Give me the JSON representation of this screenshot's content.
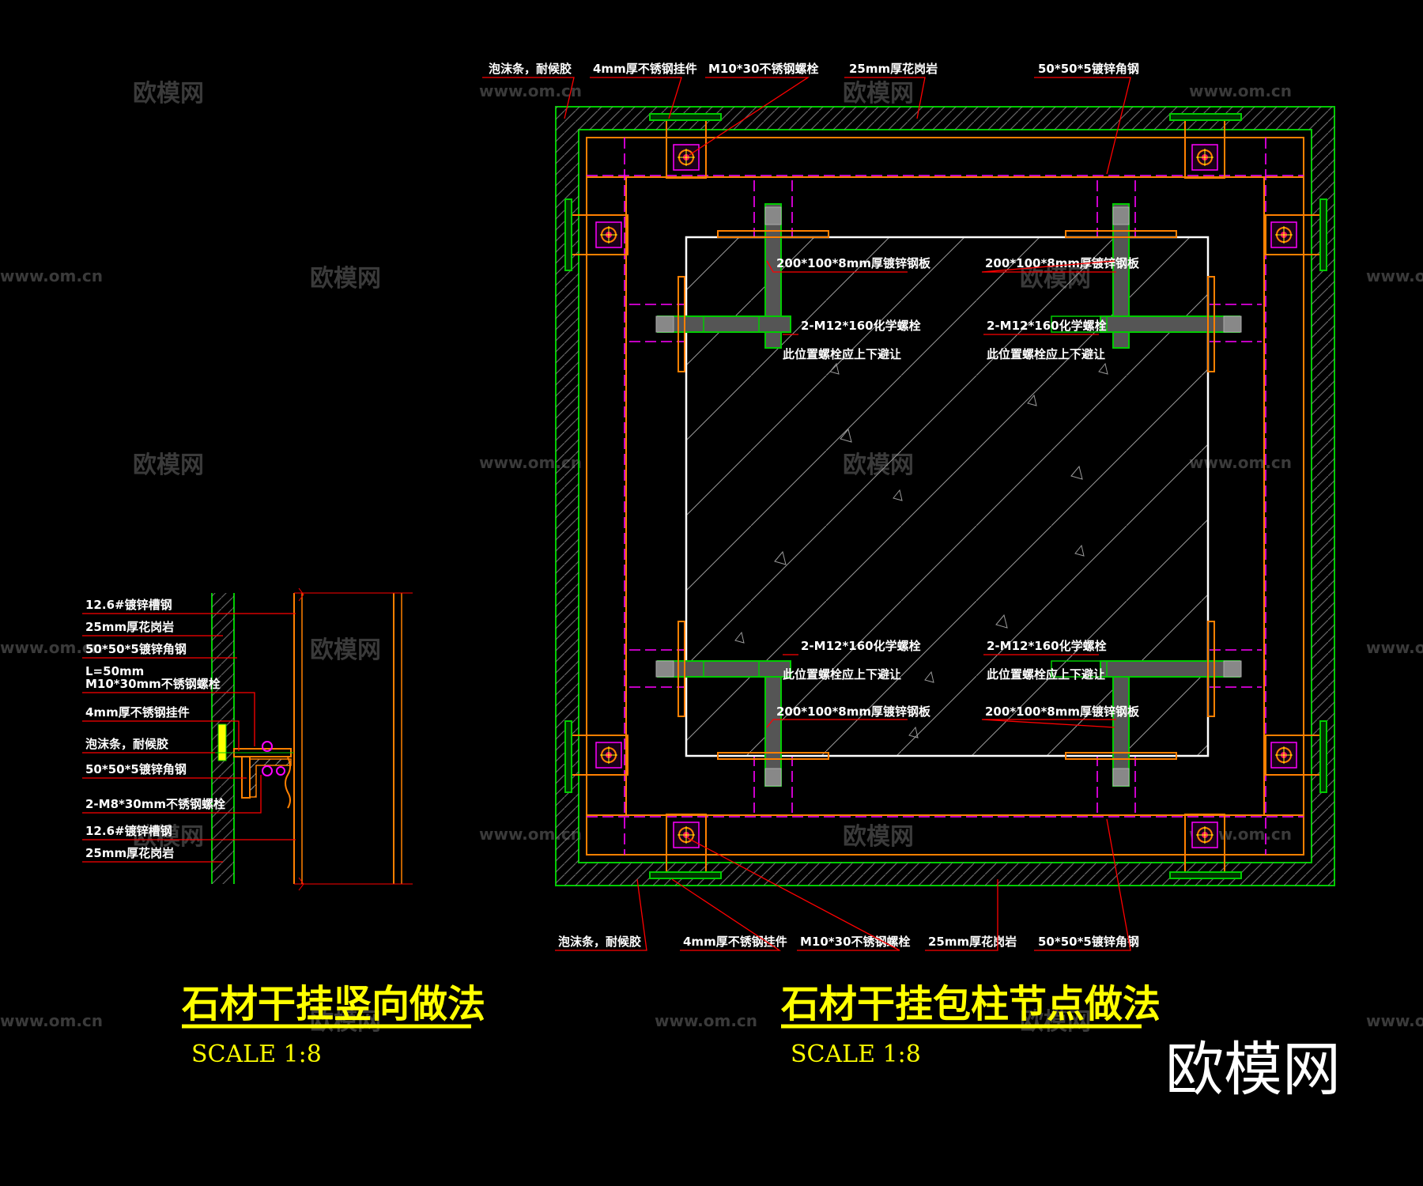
{
  "watermark": {
    "text": "欧模网",
    "url": "www.om.cn",
    "logo": "欧模网"
  },
  "colors": {
    "background": "#000000",
    "stone_outline": "#00cc00",
    "steel": "#ff8000",
    "center_line": "#ff00ff",
    "leader": "#ff0000",
    "label": "#ffffff",
    "title": "#ffff00",
    "bolt": "#ff0066"
  },
  "left_detail": {
    "title": "石材干挂竖向做法",
    "scale": "SCALE 1:8",
    "labels": [
      "12.6#镀锌槽钢",
      "25mm厚花岗岩",
      "50*50*5镀锌角钢",
      "L=50mm",
      "M10*30mm不锈钢螺栓",
      "4mm厚不锈钢挂件",
      "泡沫条，耐候胶",
      "50*50*5镀锌角钢",
      "2-M8*30mm不锈钢螺栓",
      "12.6#镀锌槽钢",
      "25mm厚花岗岩"
    ]
  },
  "right_detail": {
    "title": "石材干挂包柱节点做法",
    "scale": "SCALE 1:8",
    "top_labels": [
      "泡沫条，耐候胶",
      "4mm厚不锈钢挂件",
      "M10*30不锈钢螺栓",
      "25mm厚花岗岩",
      "50*50*5镀锌角钢"
    ],
    "bottom_labels": [
      "泡沫条，耐候胶",
      "4mm厚不锈钢挂件",
      "M10*30不锈钢螺栓",
      "25mm厚花岗岩",
      "50*50*5镀锌角钢"
    ],
    "inner_labels": {
      "plate": "200*100*8mm厚镀锌钢板",
      "bolt": "2-M12*160化学螺栓",
      "note": "此位置螺栓应上下避让"
    }
  }
}
